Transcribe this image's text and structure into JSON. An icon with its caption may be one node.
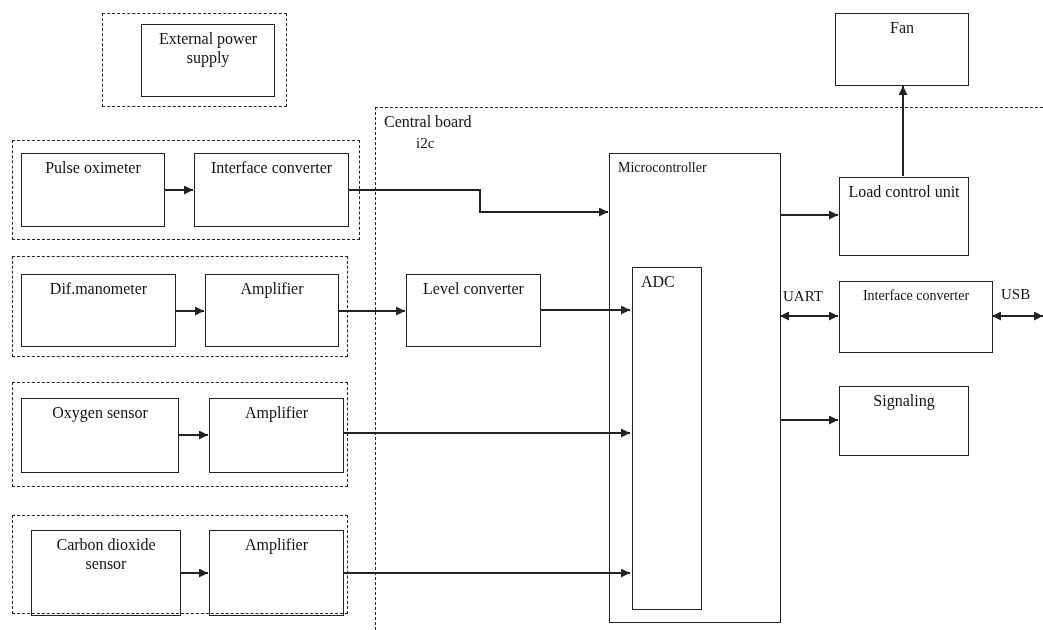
{
  "diagram": {
    "nodes": [
      {
        "text": [],
        "shape": "box"
      },
      {
        "text": [
          "External power supply"
        ],
        "in": 0
      },
      {
        "text": [],
        "shape": "box"
      },
      {
        "text": [
          "Pulse oximeter"
        ],
        "in": 2
      },
      {
        "text": [
          "Interface converter"
        ],
        "in": 2
      },
      {
        "text": [],
        "shape": "box"
      },
      {
        "text": [
          "Dif.manometer"
        ],
        "in": 5
      },
      {
        "text": [
          "Amplifier"
        ],
        "in": 5
      },
      {
        "text": [],
        "shape": "box"
      },
      {
        "text": [
          "Oxygen sensor"
        ],
        "in": 8
      },
      {
        "text": [
          "Amplifier"
        ],
        "in": 8
      },
      {
        "text": [],
        "shape": "box"
      },
      {
        "text": [
          "Carbon dioxide sensor"
        ],
        "in": 11
      },
      {
        "text": [
          "Amplifier"
        ],
        "in": 11
      },
      {
        "text": [
          "Central board"
        ]
      },
      {
        "text": [
          "Microcontroller"
        ],
        "in": 14
      },
      {
        "text": [
          "ADC"
        ],
        "in": 15
      },
      {
        "text": [
          "Level converter"
        ],
        "in": 14
      },
      {
        "text": [
          "Load control unit"
        ],
        "in": 14
      },
      {
        "text": [
          "Interface converter"
        ],
        "in": 14
      },
      {
        "text": [
          "Signaling"
        ],
        "in": 14
      },
      {
        "text": [
          "Fan"
        ]
      }
    ],
    "edges": [
      {
        "from": 3,
        "to": 4,
        "arrow": "to"
      },
      {
        "from": 4,
        "to": 15,
        "arrow": "to",
        "label": "i2c"
      },
      {
        "from": 6,
        "to": 7,
        "arrow": "to"
      },
      {
        "from": 7,
        "to": 17,
        "arrow": "to"
      },
      {
        "from": 17,
        "to": 16,
        "arrow": "to"
      },
      {
        "from": 9,
        "to": 10,
        "arrow": "to"
      },
      {
        "from": 10,
        "to": 16,
        "arrow": "to"
      },
      {
        "from": 12,
        "to": 13,
        "arrow": "to"
      },
      {
        "from": 13,
        "to": 16,
        "arrow": "to"
      },
      {
        "from": 15,
        "to": 18,
        "arrow": "to"
      },
      {
        "from": 18,
        "to": 21,
        "arrow": "to"
      },
      {
        "from": 15,
        "to": 19,
        "arrow": "both",
        "label": "UART"
      },
      {
        "from": 19,
        "to": null,
        "arrow": "both",
        "label": "USB"
      },
      {
        "from": 15,
        "to": 20,
        "arrow": "to"
      }
    ]
  }
}
